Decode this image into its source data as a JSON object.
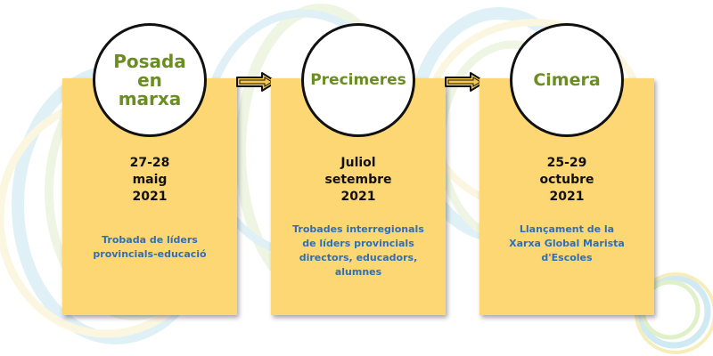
{
  "stages": [
    {
      "title_lines": [
        "Posada",
        "en",
        "marxa"
      ],
      "date_lines": [
        "27-28",
        "maig",
        "2021"
      ],
      "desc_lines": [
        "Trobada de líders",
        "provincials-educació"
      ]
    },
    {
      "title_lines": [
        "Precimeres"
      ],
      "date_lines": [
        "Juliol",
        "setembre",
        "2021"
      ],
      "desc_lines": [
        "Trobades interregionals",
        "de líders provincials",
        "directors, educadors,",
        "alumnes"
      ]
    },
    {
      "title_lines": [
        "Cimera"
      ],
      "date_lines": [
        "25-29",
        "octubre",
        "2021"
      ],
      "desc_lines": [
        "Llançament de la",
        "Xarxa Global Marista",
        "d'Escoles"
      ]
    }
  ],
  "colors": {
    "card": "#fcd774",
    "title": "#6b8e23",
    "date": "#111111",
    "desc": "#2e6fb8",
    "arrow_fill": "#f6c94c",
    "arrow_stroke": "#111111"
  },
  "icons": [
    "right-arrow-icon"
  ]
}
